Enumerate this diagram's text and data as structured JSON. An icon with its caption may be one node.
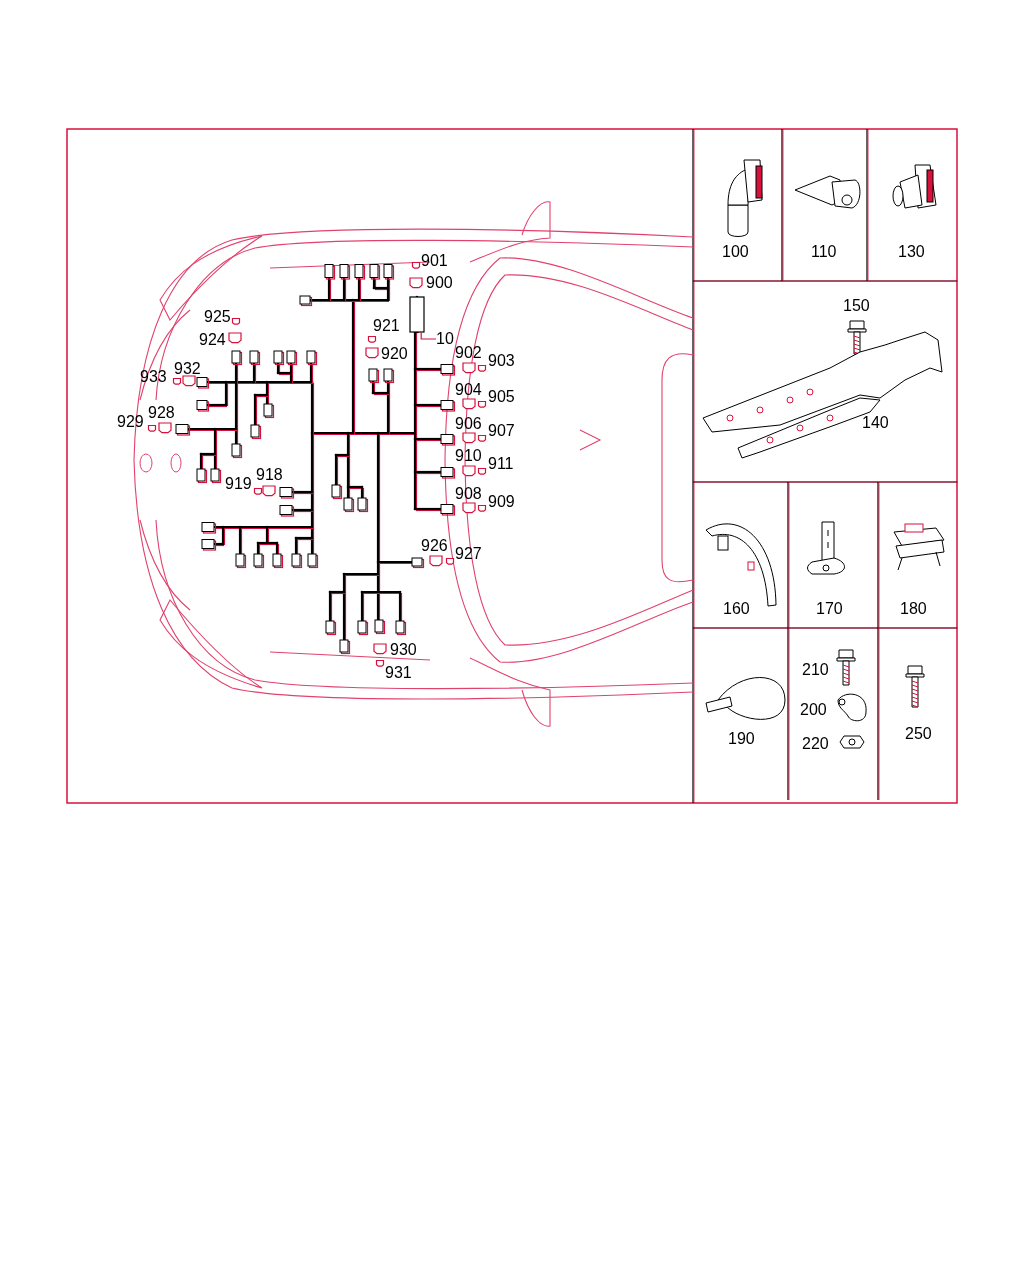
{
  "diagram": {
    "nodes": [
      {
        "text": [
          "10"
        ]
      },
      {
        "text": [],
        "shape": "box"
      }
    ],
    "edges": [
      {
        "from": 0,
        "to": 1,
        "arrow": "none"
      }
    ],
    "labels": [
      "901",
      "900",
      "925",
      "921",
      "924",
      "920",
      "902",
      "903",
      "932",
      "933",
      "904",
      "905",
      "928",
      "929",
      "906",
      "907",
      "910",
      "911",
      "918",
      "919",
      "908",
      "909",
      "926",
      "927",
      "930",
      "931",
      "100",
      "110",
      "130",
      "150",
      "140",
      "160",
      "170",
      "180",
      "210",
      "190",
      "200",
      "250",
      "220"
    ]
  }
}
